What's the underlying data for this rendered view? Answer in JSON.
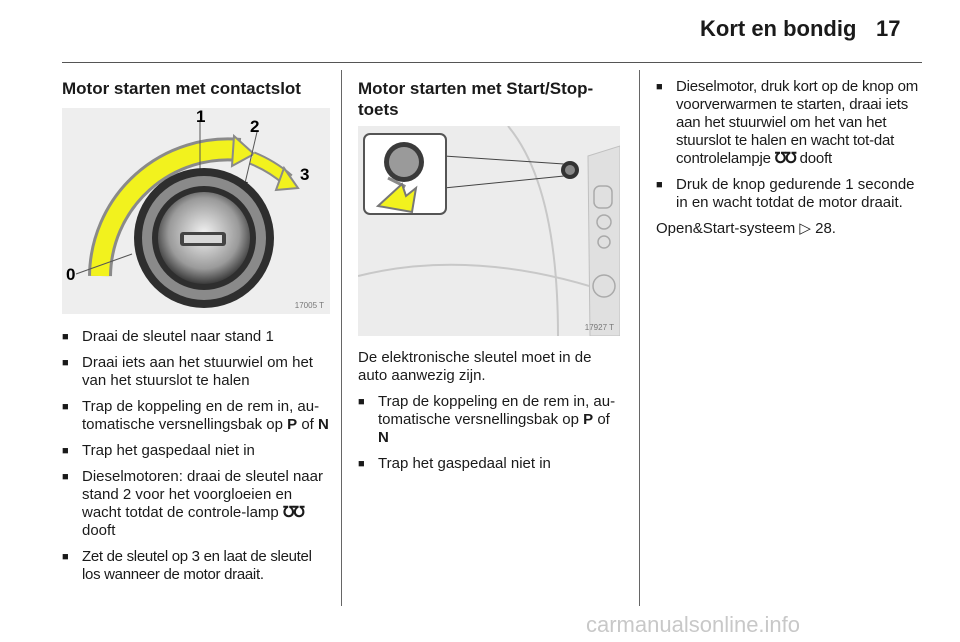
{
  "header": {
    "title": "Kort en bondig",
    "page_number": "17"
  },
  "left": {
    "title": "Motor starten met contactslot",
    "figure": {
      "labels": [
        "0",
        "1",
        "2",
        "3"
      ],
      "code": "17005 T"
    },
    "steps": [
      "Draai de sleutel naar stand 1",
      "Draai iets aan het stuurwiel om het van het stuurslot te halen",
      "Trap de koppeling en de rem in, au-tomatische versnellingsbak op",
      "of",
      "Trap het gaspedaal niet in",
      "Dieselmotoren: draai de sleutel naar stand 2 voor het voorgloeien en wacht totdat de controle-lamp",
      "dooft",
      "Zet de sleutel op 3 en laat de sleutel los wanneer de motor draait."
    ],
    "gear_p": "P",
    "gear_n": "N"
  },
  "middle": {
    "title": "Motor starten met Start/Stop-toets",
    "figure": {
      "code": "17927 T"
    },
    "intro": "De elektronische sleutel moet in de auto aanwezig zijn.",
    "steps": [
      "Trap de koppeling en de rem in, au-tomatische versnellingsbak op",
      "of",
      "Trap het gaspedaal niet in"
    ],
    "gear_p": "P",
    "gear_n": "N"
  },
  "right": {
    "steps": [
      "Dieselmotor, druk kort op de knop om voorverwarmen te starten, draai iets aan het stuurwiel om het van het stuurslot te halen en wacht tot-dat controlelampje",
      "dooft",
      "Druk de knop gedurende 1 seconde in en wacht totdat de motor draait."
    ],
    "ref_text": "Open&Start-systeem",
    "ref_arrow": "▷",
    "ref_page": "28."
  },
  "glow_symbol": "℧℧",
  "watermark": "carmanualsonline.info"
}
